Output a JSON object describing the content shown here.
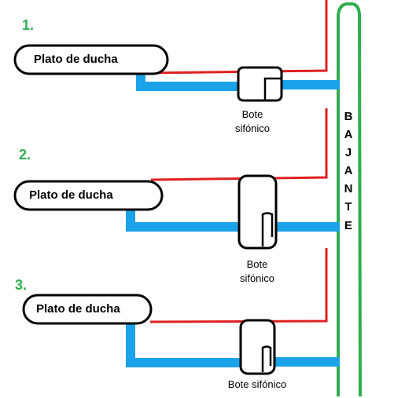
{
  "colors": {
    "drain_pipe": "#1aa3e8",
    "vent_pipe": "#e02020",
    "downpipe": "#2fae4f",
    "number": "#2fae4f",
    "outline": "#000000"
  },
  "downpipe_label": [
    "B",
    "A",
    "J",
    "A",
    "N",
    "T",
    "E"
  ],
  "configs": [
    {
      "number": "1.",
      "tray_label": "Plato de ducha",
      "trap_label_line1": "Bote",
      "trap_label_line2": "sifónico"
    },
    {
      "number": "2.",
      "tray_label": "Plato de ducha",
      "trap_label_line1": "Bote",
      "trap_label_line2": "sifónico"
    },
    {
      "number": "3.",
      "tray_label": "Plato de ducha",
      "trap_label_line1": "Bote sifónico",
      "trap_label_line2": ""
    }
  ]
}
